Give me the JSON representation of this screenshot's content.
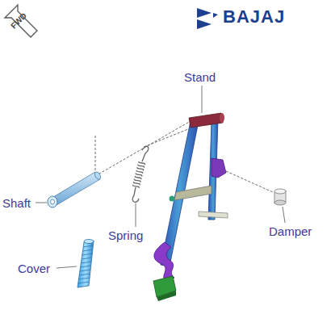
{
  "diagram": {
    "labels": [
      "BAJAJ",
      "FWD",
      "Stand",
      "Shaft",
      "Spring",
      "Cover",
      "Damper"
    ]
  }
}
